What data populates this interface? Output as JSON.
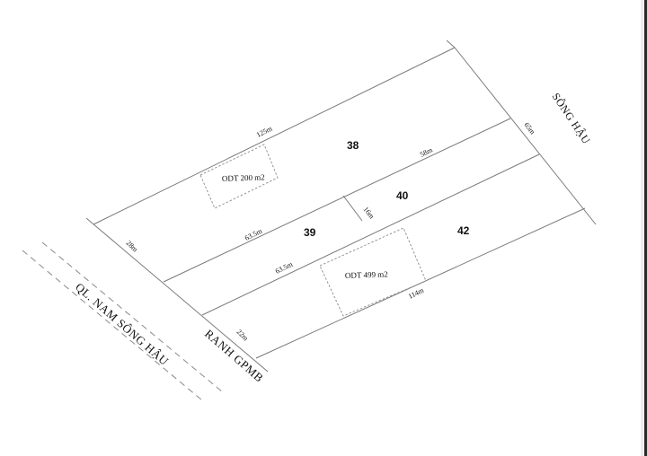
{
  "diagram": {
    "type": "land-plot-map",
    "lots": [
      {
        "id": "38",
        "label": "38"
      },
      {
        "id": "39",
        "label": "39"
      },
      {
        "id": "40",
        "label": "40"
      },
      {
        "id": "42",
        "label": "42"
      }
    ],
    "zones": [
      {
        "label": "ODT 200 m2"
      },
      {
        "label": "ODT 499 m2"
      }
    ],
    "dimensions": {
      "top_edge": "125m",
      "right_edge": "65m",
      "lot40_top": "58m",
      "lot40_side": "16m",
      "lot39_top": "63.5m",
      "lot39_bottom": "63.5m",
      "bottom_edge": "114m",
      "left_upper": "28m",
      "left_lower": "22m"
    },
    "labels": {
      "river": "SÔNG HẬU",
      "road": "QL. NAM SÔNG HẬU",
      "boundary": "RANH GPMB"
    },
    "colors": {
      "line": "#7a7a7a",
      "dashed": "#8a8a8a",
      "text": "#111111",
      "background": "#ffffff"
    }
  }
}
